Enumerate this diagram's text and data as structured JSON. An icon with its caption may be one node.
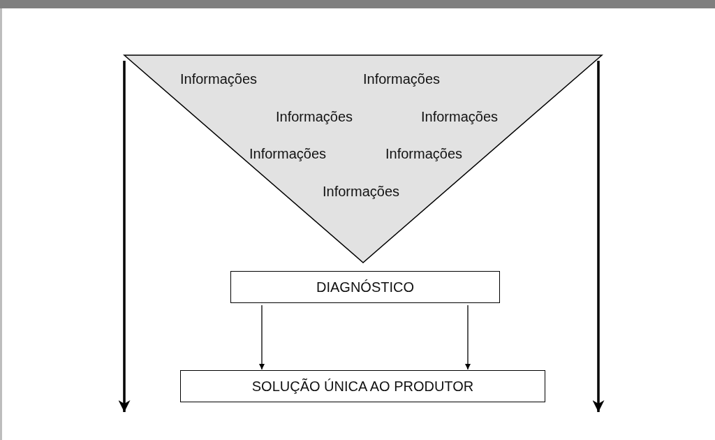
{
  "diagram": {
    "nodes": [
      {
        "text": [
          "Informações",
          "Informações",
          "Informações",
          "Informações",
          "Informações",
          "Informações",
          "Informações"
        ]
      },
      {
        "text": [
          "DIAGNÓSTICO"
        ]
      },
      {
        "text": [
          "SOLUÇÃO ÚNICA AO PRODUTOR"
        ]
      }
    ],
    "edges": [
      {
        "from": 0,
        "to": null,
        "arrow": "to",
        "style": "thick"
      },
      {
        "from": 0,
        "to": null,
        "arrow": "to",
        "style": "thick"
      },
      {
        "from": 1,
        "to": 2,
        "arrow": "to"
      },
      {
        "from": 1,
        "to": 2,
        "arrow": "to"
      }
    ]
  }
}
